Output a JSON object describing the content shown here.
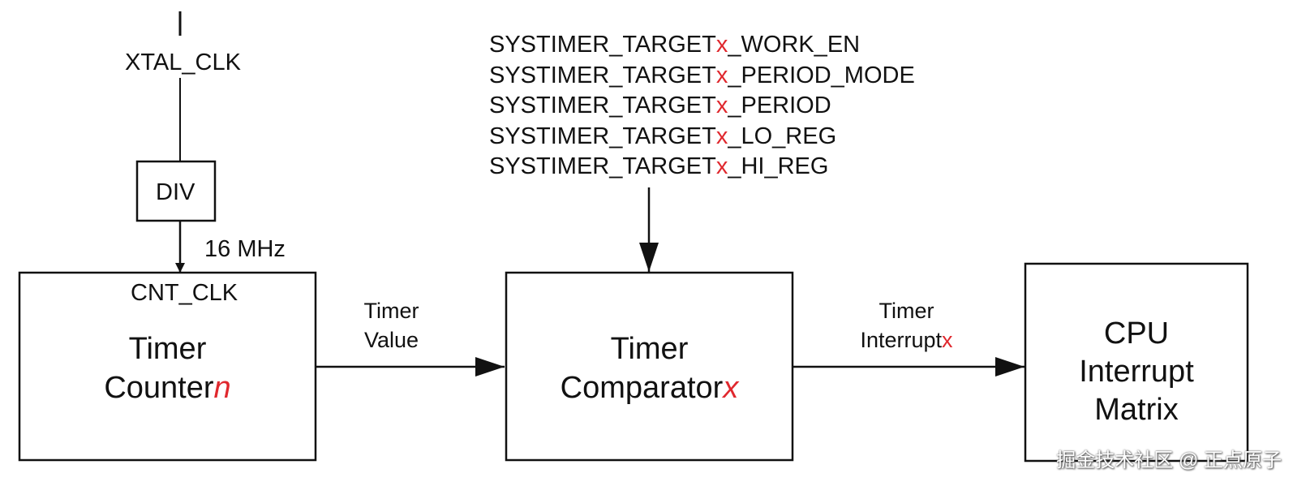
{
  "clock": {
    "source": "XTAL_CLK",
    "divider": "DIV",
    "frequency": "16 MHz"
  },
  "counter": {
    "clock_label": "CNT_CLK",
    "line1": "Timer",
    "line2_base": "Counter",
    "line2_suffix": "n"
  },
  "registers": [
    {
      "prefix": "SYSTIMER_TARGET",
      "var": "x",
      "suffix": "_WORK_EN"
    },
    {
      "prefix": "SYSTIMER_TARGET",
      "var": "x",
      "suffix": "_PERIOD_MODE"
    },
    {
      "prefix": "SYSTIMER_TARGET",
      "var": "x",
      "suffix": "_PERIOD"
    },
    {
      "prefix": "SYSTIMER_TARGET",
      "var": "x",
      "suffix": "_LO_REG"
    },
    {
      "prefix": "SYSTIMER_TARGET",
      "var": "x",
      "suffix": "_HI_REG"
    }
  ],
  "signals": {
    "timer_value_1": "Timer",
    "timer_value_2": "Value",
    "interrupt_1": "Timer",
    "interrupt_2_base": "Interrupt",
    "interrupt_2_suffix": "x"
  },
  "comparator": {
    "line1": "Timer",
    "line2_base": "Comparator",
    "line2_suffix": "x"
  },
  "cpu": {
    "line1": "CPU",
    "line2": "Interrupt",
    "line3": "Matrix"
  },
  "watermark": "掘金技术社区 @ 正点原子",
  "colors": {
    "accent": "#e0282e",
    "line": "#111111"
  }
}
